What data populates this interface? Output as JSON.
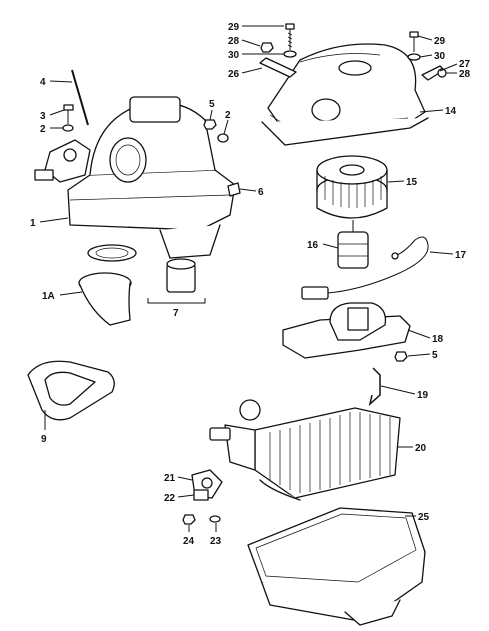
{
  "colors": {
    "ink": "#111111",
    "background": "#ffffff"
  },
  "callouts": [
    {
      "id": "c29a",
      "text": "29"
    },
    {
      "id": "c28a",
      "text": "28"
    },
    {
      "id": "c30a",
      "text": "30"
    },
    {
      "id": "c26",
      "text": "26"
    },
    {
      "id": "c29b",
      "text": "29"
    },
    {
      "id": "c30b",
      "text": "30"
    },
    {
      "id": "c27",
      "text": "27"
    },
    {
      "id": "c28b",
      "text": "28"
    },
    {
      "id": "c14",
      "text": "14"
    },
    {
      "id": "c4",
      "text": "4"
    },
    {
      "id": "c3",
      "text": "3"
    },
    {
      "id": "c2a",
      "text": "2"
    },
    {
      "id": "c5a",
      "text": "5"
    },
    {
      "id": "c2b",
      "text": "2"
    },
    {
      "id": "c6",
      "text": "6"
    },
    {
      "id": "c1",
      "text": "1"
    },
    {
      "id": "c15",
      "text": "15"
    },
    {
      "id": "c16",
      "text": "16"
    },
    {
      "id": "c17",
      "text": "17"
    },
    {
      "id": "c1A",
      "text": "1A"
    },
    {
      "id": "c7",
      "text": "7"
    },
    {
      "id": "c18",
      "text": "18"
    },
    {
      "id": "c5b",
      "text": "5"
    },
    {
      "id": "c9",
      "text": "9"
    },
    {
      "id": "c19",
      "text": "19"
    },
    {
      "id": "c20",
      "text": "20"
    },
    {
      "id": "c21",
      "text": "21"
    },
    {
      "id": "c22",
      "text": "22"
    },
    {
      "id": "c25",
      "text": "25"
    },
    {
      "id": "c24",
      "text": "24"
    },
    {
      "id": "c23",
      "text": "23"
    }
  ]
}
